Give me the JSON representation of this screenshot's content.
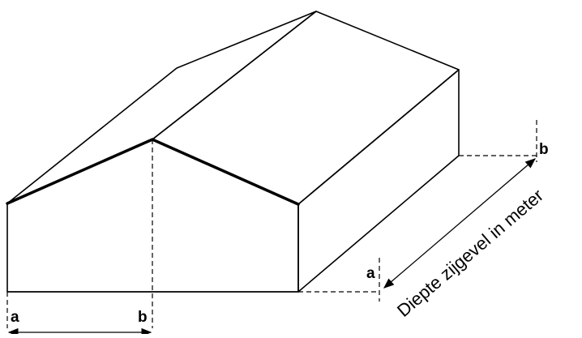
{
  "diagram": {
    "labels": {
      "a_front": "a",
      "b_front": "b",
      "a_side": "a",
      "b_side": "b",
      "depth": "Diepte zijgevel in meter"
    },
    "colors": {
      "gable_fill": "#d6d6d6",
      "line": "#000000",
      "background": "#ffffff"
    }
  }
}
